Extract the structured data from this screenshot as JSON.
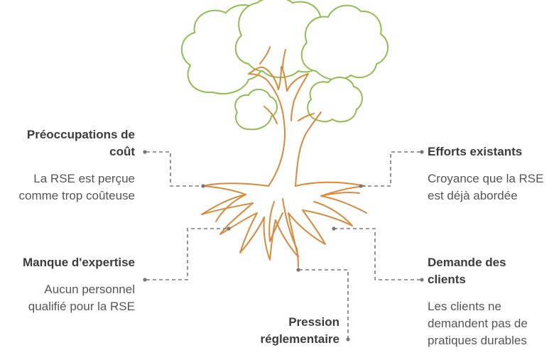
{
  "colors": {
    "foliage": "#8fbe4f",
    "trunk": "#d8893a",
    "connector": "#7a7a7a",
    "title_text": "#3c3c3c",
    "body_text": "#555555"
  },
  "items": [
    {
      "title": "Préoccupations de coût",
      "description": "La RSE est perçue comme trop coûteuse"
    },
    {
      "title": "Efforts existants",
      "description": "Croyance que la RSE est déjà abordée"
    },
    {
      "title": "Manque d'expertise",
      "description": "Aucun personnel qualifié pour la RSE"
    },
    {
      "title": "Demande des clients",
      "description": "Les clients ne demandent pas de pratiques durables"
    },
    {
      "title": "Pression réglementaire",
      "description": ""
    }
  ]
}
